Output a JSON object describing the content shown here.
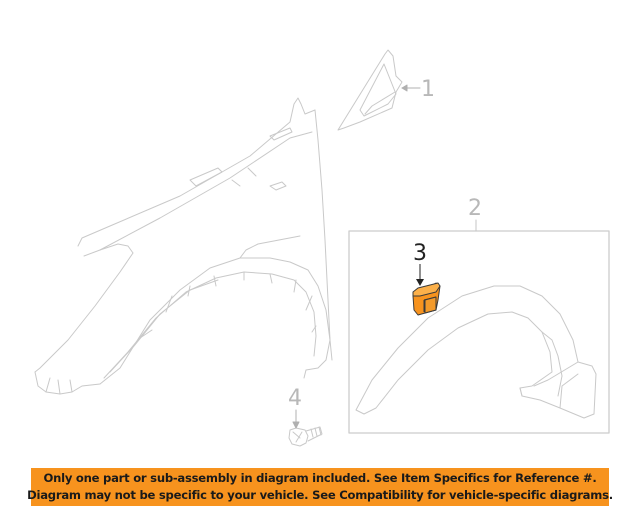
{
  "diagram": {
    "type": "exploded-parts-diagram",
    "subject": "front fender with wheel opening molding",
    "callouts": [
      {
        "number": "1",
        "part": "fender-trim-triangle",
        "highlighted": false
      },
      {
        "number": "2",
        "part": "wheel-opening-molding",
        "highlighted": false
      },
      {
        "number": "3",
        "part": "molding-clip",
        "highlighted": true
      },
      {
        "number": "4",
        "part": "screw",
        "highlighted": false
      }
    ],
    "colors": {
      "line": "#c8c8c8",
      "callout_text": "#b8b8b8",
      "highlight_fill": "#f7931e",
      "highlight_stroke": "#333333",
      "box_border": "#c8c8c8"
    }
  },
  "banner": {
    "line1": "Only one part or sub-assembly in diagram included. See Item Specifics for Reference #.",
    "line2": "Diagram may not be specific to your vehicle. See Compatibility for vehicle-specific diagrams.",
    "background": "#f7931e"
  }
}
